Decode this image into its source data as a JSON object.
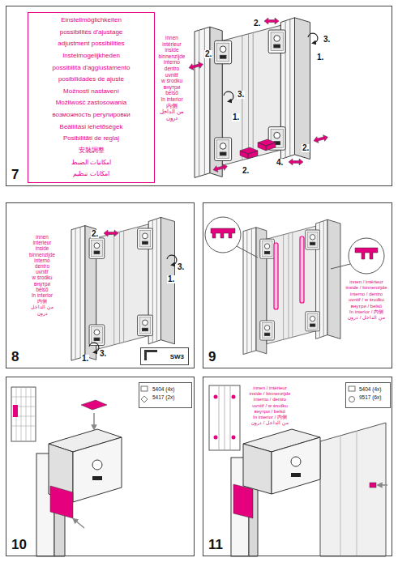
{
  "diagram": {
    "nodes": [
      {
        "text": [
          "7"
        ]
      },
      {
        "text": [
          "Einstellmöglichkeiten",
          "possibilités d'ajustage",
          "adjustment possibilities",
          "Instelmogelijkheden",
          "possibilità d'aggiustamento",
          "posibilidades de ajuste",
          "Možnosti nastavení",
          "Możliwość zastosowania",
          "возможность регулировки",
          "Beállítási lehetőségek",
          "Posibilități de reglaj",
          "安裝調整",
          "امكانيات الضبط",
          "امكانات تنظيم"
        ],
        "in": 0
      },
      {
        "text": [
          "8"
        ]
      },
      {
        "text": [
          "SW3"
        ],
        "in": 2
      },
      {
        "text": [
          "9"
        ]
      },
      {
        "text": [
          "10"
        ]
      },
      {
        "text": [
          "5404 (4x)",
          "5417 (2x)"
        ],
        "in": 5
      },
      {
        "text": [
          "11"
        ]
      },
      {
        "text": [
          "5404 (4x)",
          "9517 (6x)"
        ],
        "in": 7
      }
    ],
    "labels": [
      "innen",
      "intérieur",
      "inside",
      "binnenzijde",
      "interno",
      "dentro",
      "uvnitř",
      "w środku",
      "внутри",
      "belső",
      "în interior",
      "内侧",
      "من الداخل",
      "درون",
      "2.",
      "3.",
      "1.",
      "2.",
      "3.",
      "1.",
      "4.",
      "2.",
      "2.",
      "innen",
      "intérieur",
      "inside",
      "binnenzijde",
      "interno",
      "dentro",
      "uvnitř",
      "w środku",
      "внутри",
      "belső",
      "în interior",
      "内侧",
      "من الداخل",
      "درون",
      "2.",
      "3.",
      "1.",
      "3.",
      "1.",
      "innen / intérieur",
      "inside / binnenzijde",
      "interno / dentro",
      "uvnitř / w środku",
      "внутри / belső",
      "în interior / 内侧",
      "من الداخل / درون",
      "innen / intérieur",
      "inside / binnenzijde",
      "interno / dentro",
      "uvnitř / w środku",
      "внутри / belső",
      "în interior / 内侧",
      "من الداخل / درون"
    ]
  }
}
